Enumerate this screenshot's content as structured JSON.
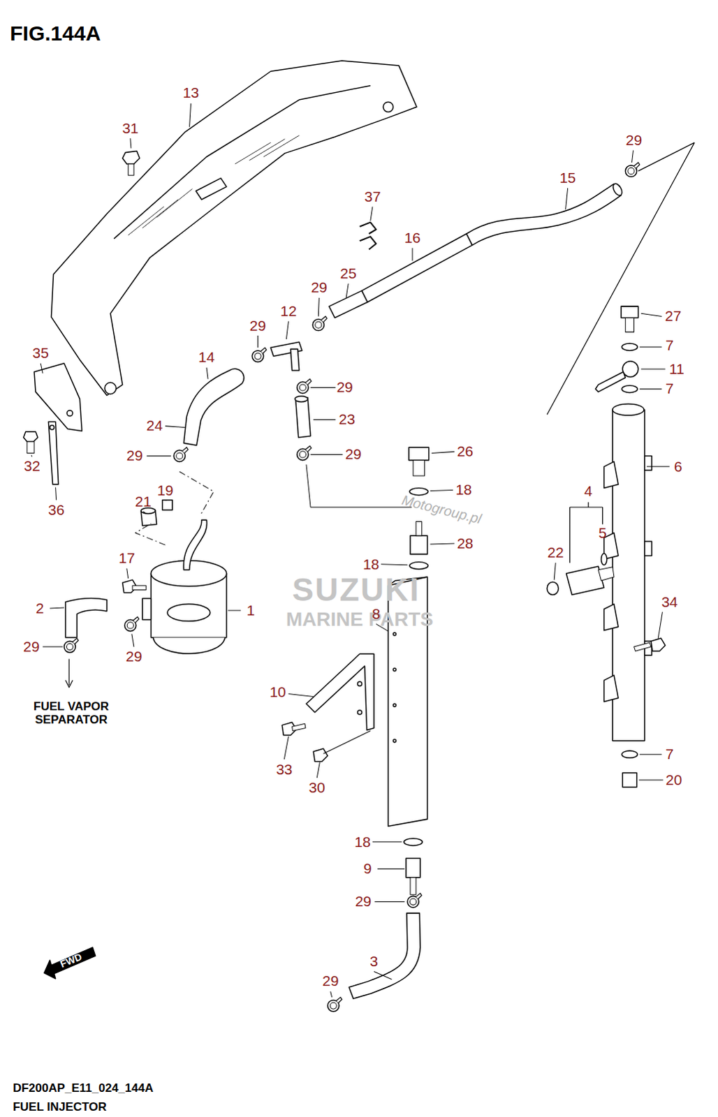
{
  "diagram": {
    "title": "FIG.144A",
    "labels": [
      "13",
      "31",
      "29",
      "15",
      "37",
      "16",
      "25",
      "29",
      "12",
      "27",
      "29",
      "35",
      "14",
      "7",
      "11",
      "29",
      "7",
      "23",
      "24",
      "32",
      "29",
      "29",
      "26",
      "6",
      "21",
      "19",
      "18",
      "4",
      "36",
      "Motogroup.pl",
      "5",
      "28",
      "22",
      "18",
      "17",
      "SUZUKI",
      "MARINE PARTS",
      "34",
      "2",
      "1",
      "8",
      "29",
      "29",
      "FUEL VAPOR SEPARATOR",
      "10",
      "33",
      "30",
      "7",
      "20",
      "18",
      "9",
      "29",
      "3",
      "29",
      "FWD",
      "DF200AP_E11_024_144A",
      "FUEL INJECTOR"
    ]
  }
}
